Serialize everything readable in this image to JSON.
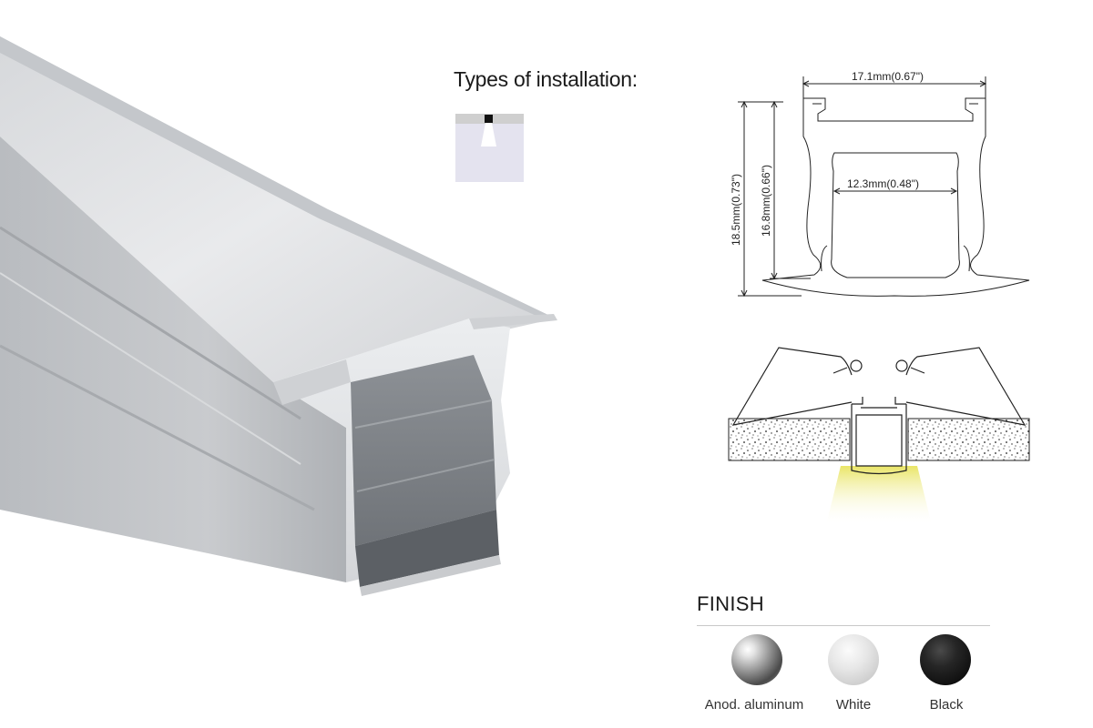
{
  "installation": {
    "title": "Types of installation:",
    "icon": "recessed-ceiling-light-icon"
  },
  "profile_drawing": {
    "width_outer": "17.1mm(0.67\")",
    "width_inner": "12.3mm(0.48\")",
    "height_outer": "18.5mm(0.73\")",
    "height_inner": "16.8mm(0.66\")"
  },
  "install_drawing": {
    "icon": "recessed-mounting-diagram",
    "light_color": "#f2ef9a"
  },
  "finish": {
    "title": "FINISH",
    "options": [
      {
        "label": "Anod. aluminum",
        "color": "#9a9a9a"
      },
      {
        "label": "White",
        "color": "#e0e0e0"
      },
      {
        "label": "Black",
        "color": "#111111"
      }
    ]
  }
}
